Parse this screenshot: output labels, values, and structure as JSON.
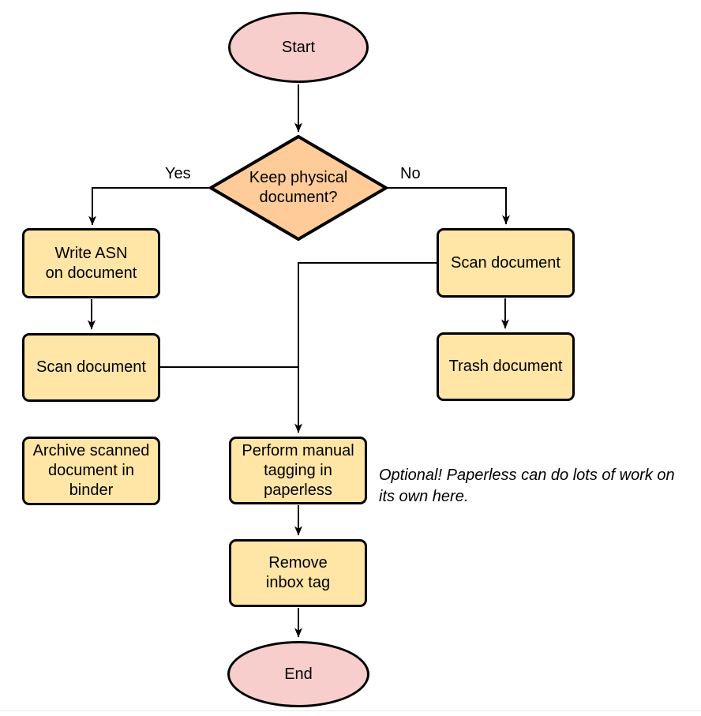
{
  "diagram": {
    "colors": {
      "terminal_fill": "#f8cecc",
      "process_fill": "#ffe6a6",
      "decision_fill": "#ffcc99",
      "stroke": "#000000",
      "text": "#000000"
    },
    "nodes": {
      "start": {
        "type": "terminal",
        "label": "Start"
      },
      "decision": {
        "type": "decision",
        "label": "Keep physical\ndocument?"
      },
      "write_asn": {
        "type": "process",
        "label": "Write ASN\non document"
      },
      "scan_left": {
        "type": "process",
        "label": "Scan document"
      },
      "archive": {
        "type": "process",
        "label": "Archive scanned\ndocument in\nbinder"
      },
      "scan_right": {
        "type": "process",
        "label": "Scan document"
      },
      "trash": {
        "type": "process",
        "label": "Trash document"
      },
      "tagging": {
        "type": "process",
        "label": "Perform manual\ntagging in\npaperless"
      },
      "remove_inbox": {
        "type": "process",
        "label": "Remove\ninbox tag"
      },
      "end": {
        "type": "terminal",
        "label": "End"
      }
    },
    "edge_labels": {
      "yes": "Yes",
      "no": "No"
    },
    "annotation": "Optional! Paperless can do lots of work on\nits own here."
  }
}
